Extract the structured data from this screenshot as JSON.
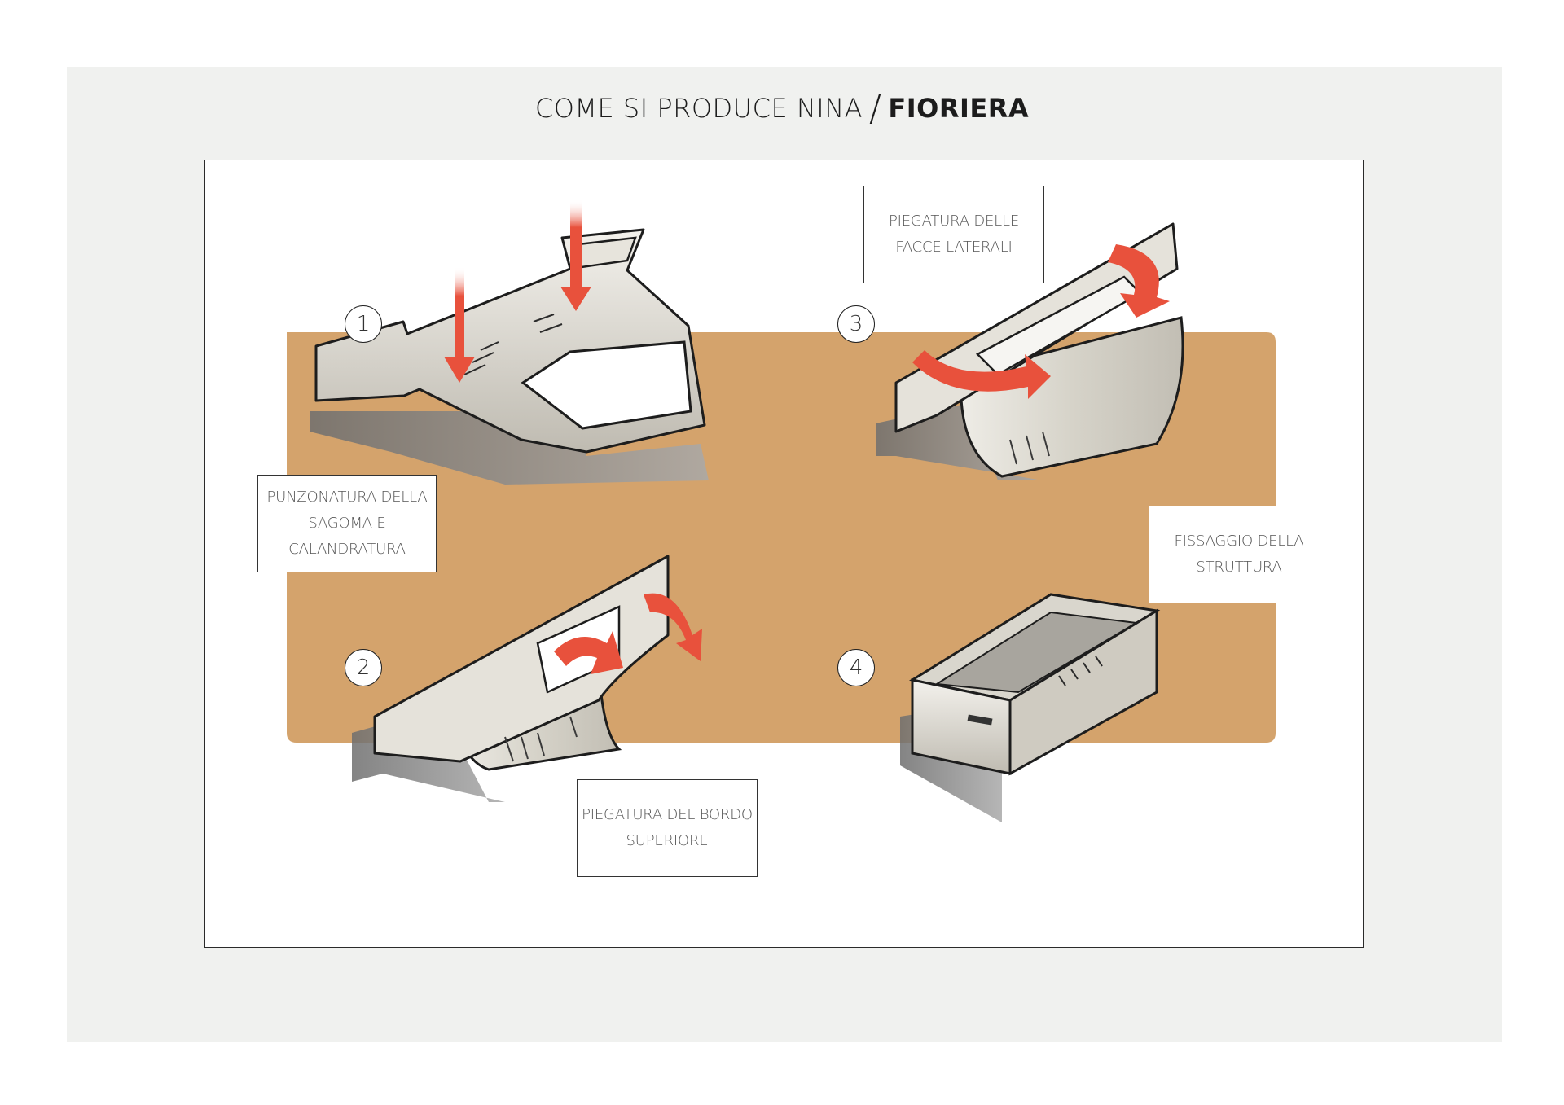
{
  "title": {
    "prefix": "COME SI PRODUCE NINA",
    "separator": "/",
    "highlight": "FIORIERA"
  },
  "colors": {
    "backdrop": "#d4a36c",
    "arrow": "#e8513c",
    "metal": "#dcd9cf",
    "sheet": "#f0f1ef"
  },
  "steps": [
    {
      "number": "1",
      "label": "PUNZONATURA DELLA\nSAGOMA E\nCALANDRATURA"
    },
    {
      "number": "2",
      "label": "PIEGATURA DEL BORDO\nSUPERIORE"
    },
    {
      "number": "3",
      "label": "PIEGATURA DELLE\nFACCE LATERALI"
    },
    {
      "number": "4",
      "label": "FISSAGGIO DELLA\nSTRUTTURA"
    }
  ]
}
